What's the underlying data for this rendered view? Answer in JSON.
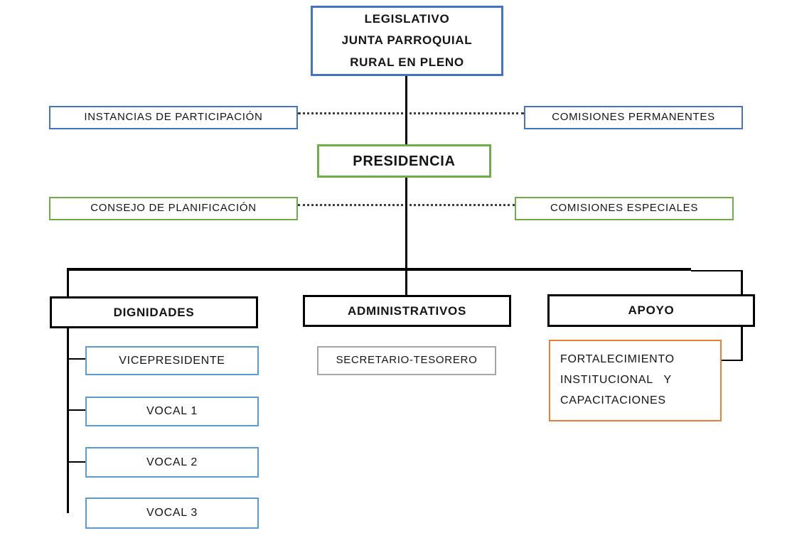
{
  "diagram": {
    "type": "org-chart",
    "title": "Organigrama Junta Parroquial Rural",
    "palette": {
      "blue": "#4472C4",
      "light_blue": "#5B9BD5",
      "green": "#70AD47",
      "orange": "#ED7D31",
      "gray": "#A6A6A6",
      "black": "#000000",
      "dotted_line": "#3d3d3d"
    },
    "nodes": {
      "legislativo": "LEGISLATIVO\nJUNTA PARROQUIAL\nRURAL EN PLENO",
      "instancias": "INSTANCIAS DE PARTICIPACIÓN",
      "comisiones_permanentes": "COMISIONES PERMANENTES",
      "presidencia": "PRESIDENCIA",
      "consejo": "CONSEJO DE PLANIFICACIÓN",
      "comisiones_especiales": "COMISIONES ESPECIALES",
      "dignidades": "DIGNIDADES",
      "administrativos": "ADMINISTRATIVOS",
      "apoyo": "APOYO",
      "vicepresidente": "VICEPRESIDENTE",
      "vocal1": "VOCAL 1",
      "vocal2": "VOCAL 2",
      "vocal3": "VOCAL 3",
      "secretario": "SECRETARIO-TESORERO",
      "fortalecimiento": "FORTALECIMIENTO\nINSTITUCIONAL   Y\nCAPACITACIONES"
    },
    "edges": [
      {
        "from": "legislativo",
        "to": "presidencia",
        "style": "solid"
      },
      {
        "from": "instancias",
        "to": "comisiones_permanentes",
        "style": "dotted"
      },
      {
        "from": "consejo",
        "to": "comisiones_especiales",
        "style": "dotted"
      },
      {
        "from": "presidencia",
        "to": "dignidades",
        "style": "solid"
      },
      {
        "from": "presidencia",
        "to": "administrativos",
        "style": "solid"
      },
      {
        "from": "presidencia",
        "to": "apoyo",
        "style": "solid"
      },
      {
        "from": "dignidades",
        "to": "vicepresidente",
        "style": "solid"
      },
      {
        "from": "dignidades",
        "to": "vocal1",
        "style": "solid"
      },
      {
        "from": "dignidades",
        "to": "vocal2",
        "style": "solid"
      },
      {
        "from": "dignidades",
        "to": "vocal3",
        "style": "solid"
      },
      {
        "from": "apoyo",
        "to": "fortalecimiento",
        "style": "solid"
      }
    ]
  }
}
